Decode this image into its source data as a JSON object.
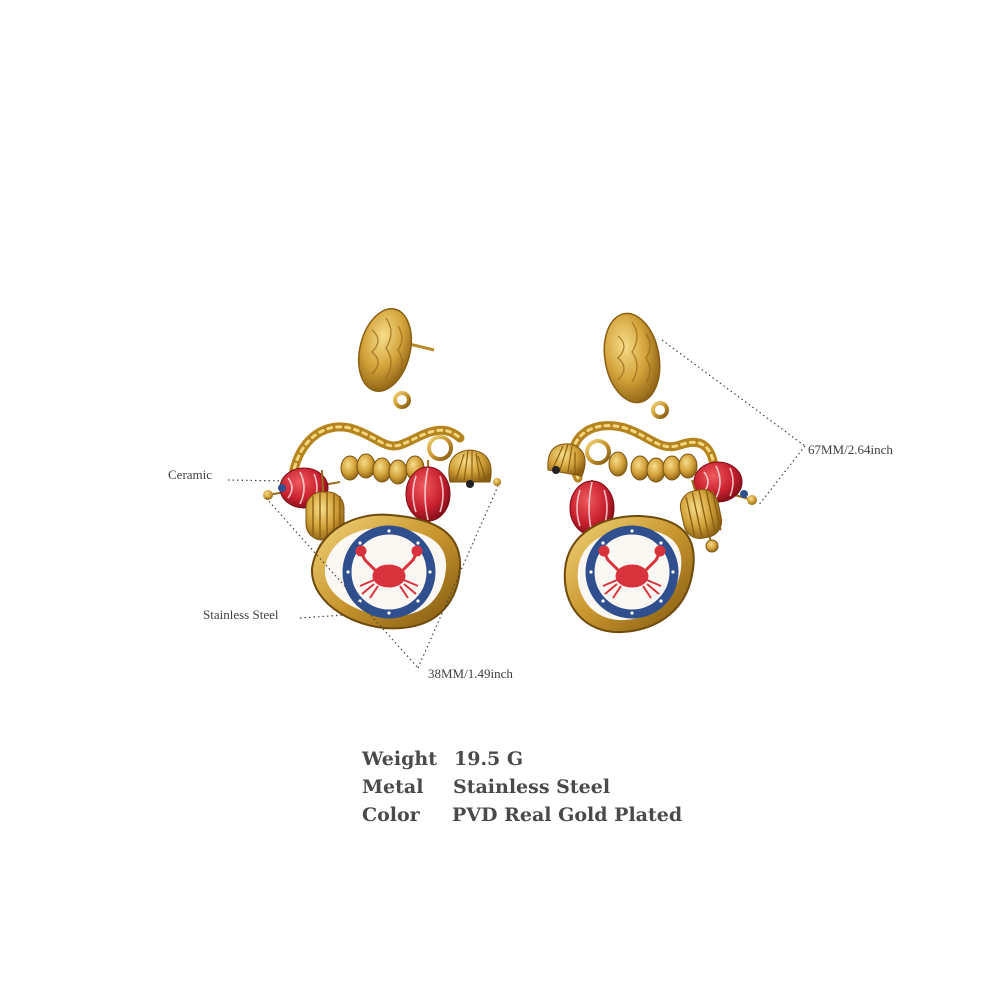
{
  "callouts": {
    "ceramic": "Ceramic",
    "stainless_steel": "Stainless Steel",
    "length": "67MM/2.64inch",
    "width": "38MM/1.49inch"
  },
  "specs": [
    {
      "label": "Weight",
      "value": "19.5 G"
    },
    {
      "label": "Metal",
      "value": "Stainless Steel"
    },
    {
      "label": "Color",
      "value": "PVD Real Gold Plated"
    }
  ],
  "colors": {
    "gold": "#c9962e",
    "gold_dark": "#8a5f12",
    "bead_red": "#c8202e",
    "medallion_blue": "#2f4f8f",
    "crab_red": "#d8333d"
  }
}
